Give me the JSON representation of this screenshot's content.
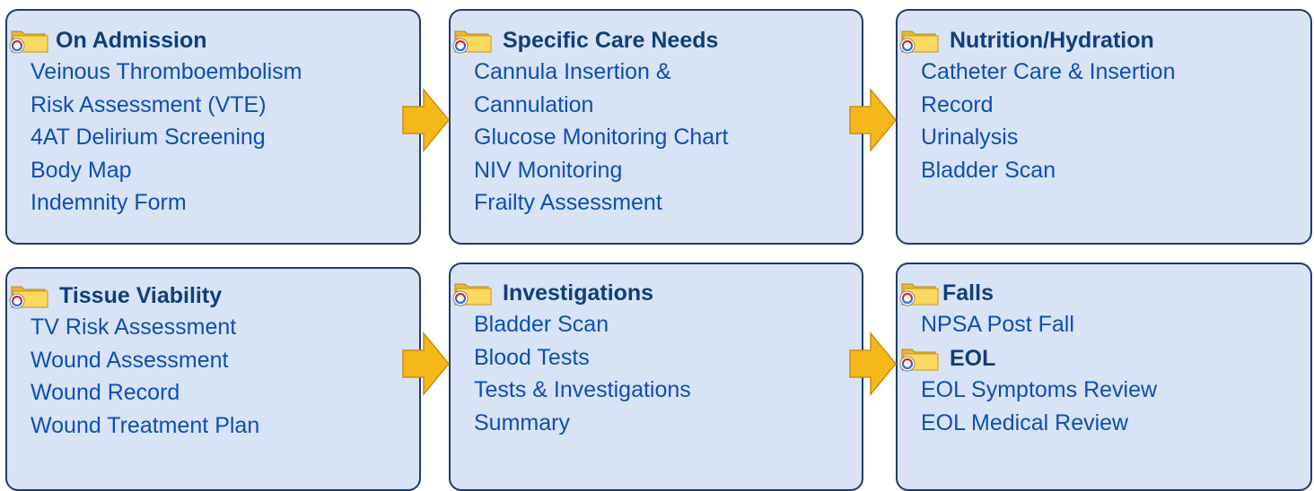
{
  "sections": [
    {
      "title": "On Admission",
      "items": [
        "Veinous Thromboembolism",
        "Risk Assessment (VTE)",
        "4AT Delirium Screening",
        "Body Map",
        "Indemnity Form"
      ]
    },
    {
      "title": "Specific Care Needs",
      "items": [
        "Cannula Insertion &",
        "Cannulation",
        "Glucose Monitoring Chart",
        "NIV Monitoring",
        "Frailty Assessment"
      ]
    },
    {
      "title": "Nutrition/Hydration",
      "items": [
        "Catheter Care & Insertion",
        "Record",
        "Urinalysis",
        "Bladder Scan"
      ]
    },
    {
      "title": "Tissue Viability",
      "items": [
        "TV Risk Assessment",
        "Wound Assessment",
        "Wound Record",
        "Wound Treatment Plan"
      ]
    },
    {
      "title": "Investigations",
      "items": [
        "Bladder Scan",
        "Blood Tests",
        "Tests & Investigations",
        "Summary"
      ]
    },
    {
      "title": "Falls",
      "items": [
        "NPSA Post Fall"
      ]
    },
    {
      "title": "EOL",
      "items": [
        "EOL Symptoms Review",
        "EOL Medical Review"
      ]
    }
  ],
  "colors": {
    "panel_bg": "#d8e3f5",
    "panel_border": "#1f3a6e",
    "title": "#0f3f7a",
    "link": "#0d4fb5",
    "arrow": "#f5b81b"
  },
  "icons": {
    "folder": "folder-icon",
    "arrow": "arrow-right-icon"
  }
}
